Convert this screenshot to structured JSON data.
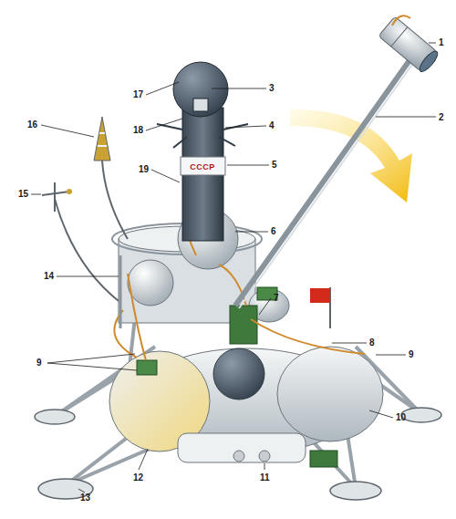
{
  "diagram": {
    "labels": [
      "1",
      "2",
      "3",
      "4",
      "5",
      "6",
      "7",
      "8",
      "9",
      "9",
      "10",
      "11",
      "12",
      "13",
      "14",
      "15",
      "16",
      "17",
      "18",
      "19",
      "СССР"
    ]
  }
}
